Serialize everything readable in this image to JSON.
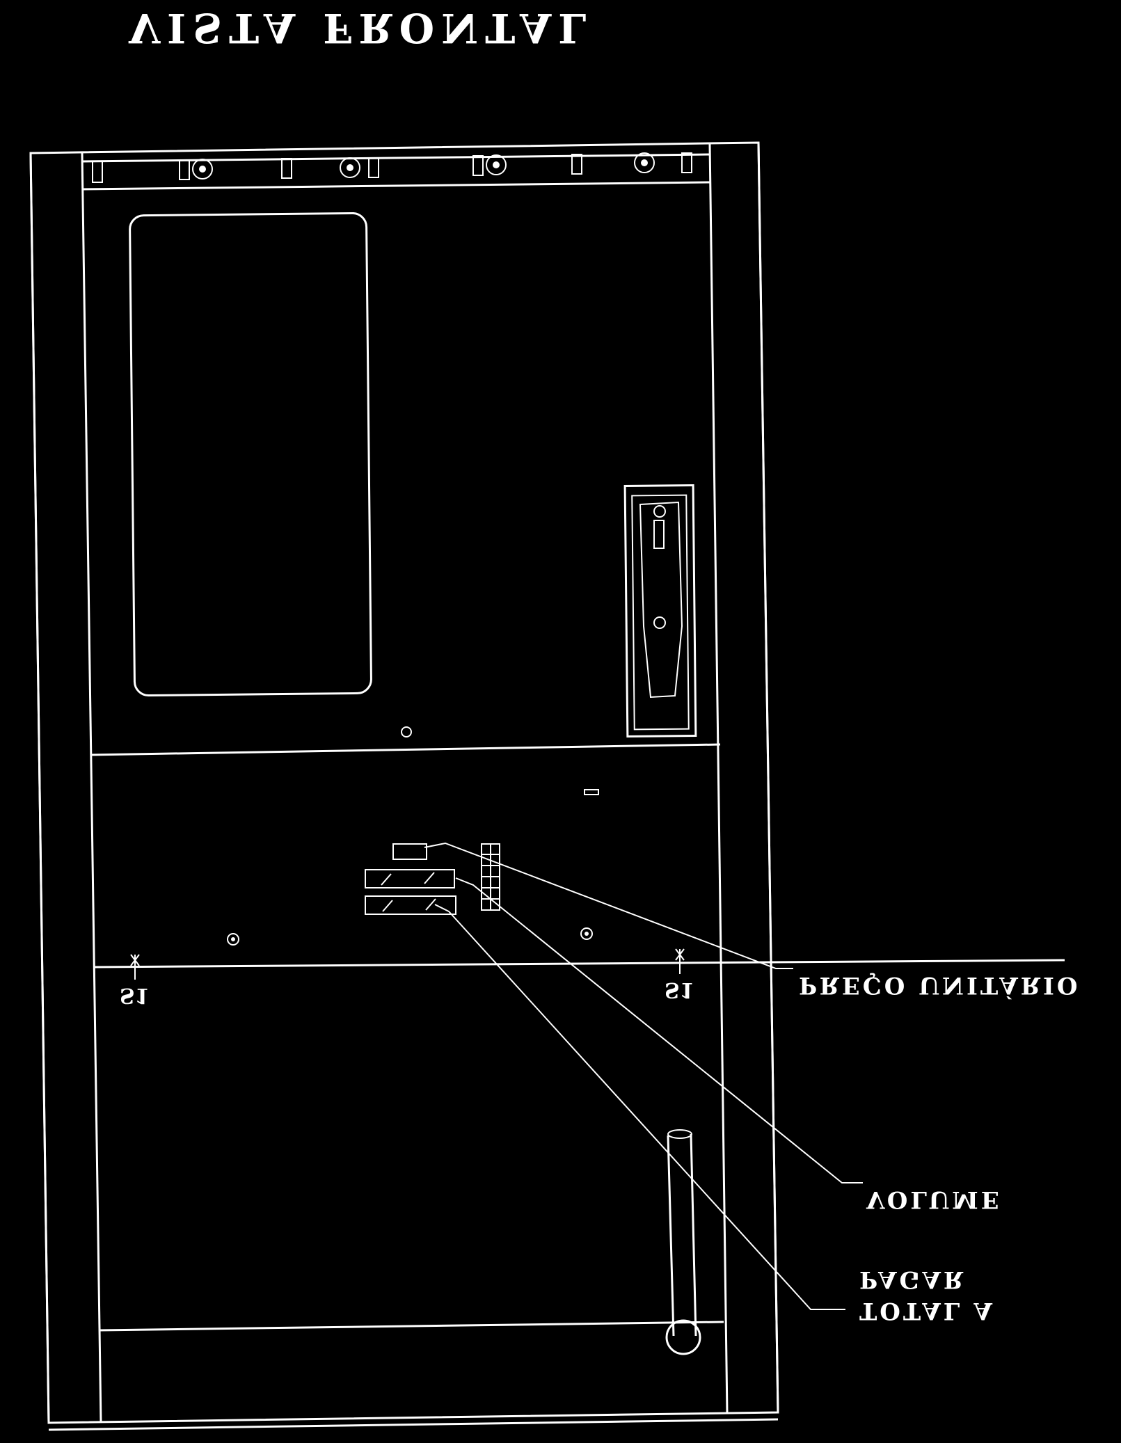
{
  "diagram": {
    "title": "VISTA FRONTAL",
    "callouts": {
      "unit_price": "PREÇO UNITÁRIO",
      "volume": "VOLUME",
      "total_line1": "TOTAL A",
      "total_line2": "PAGAR"
    },
    "markers": {
      "left": "S1",
      "right": "S1"
    },
    "colors": {
      "background": "#000000",
      "line": "#ffffff"
    }
  }
}
